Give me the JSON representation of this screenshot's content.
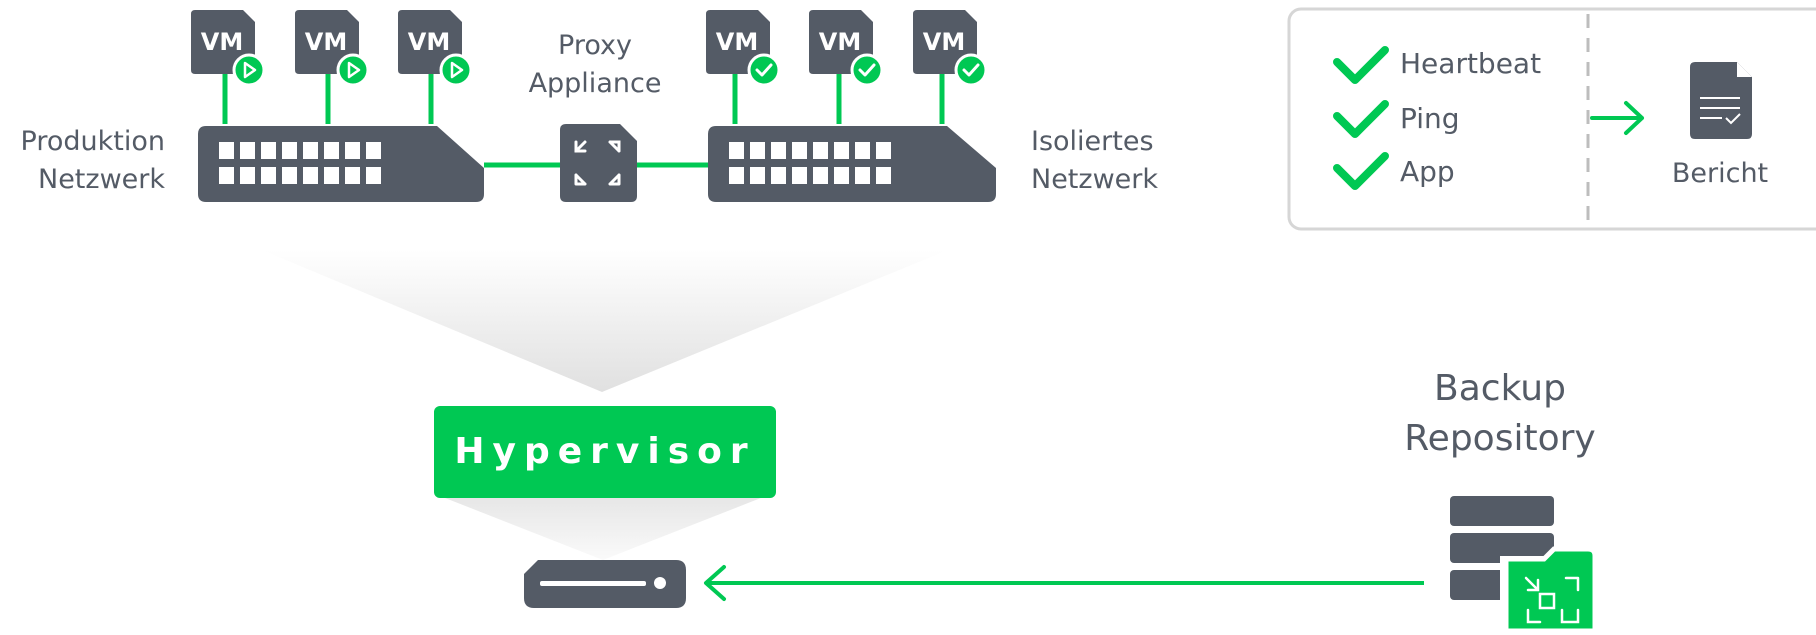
{
  "colors": {
    "accent_green": "#00c853",
    "device_gray": "#545b66",
    "panel_border": "#d6d6d6",
    "dashed_divider": "#bdbdbd"
  },
  "production": {
    "label_line1": "Produktion",
    "label_line2": "Netzwerk",
    "vms": [
      {
        "label": "VM",
        "badge_icon": "play-icon"
      },
      {
        "label": "VM",
        "badge_icon": "play-icon"
      },
      {
        "label": "VM",
        "badge_icon": "play-icon"
      }
    ]
  },
  "proxy": {
    "label_line1": "Proxy",
    "label_line2": "Appliance"
  },
  "isolated": {
    "label_line1": "Isoliertes",
    "label_line2": "Netzwerk",
    "vms": [
      {
        "label": "VM",
        "badge_icon": "check-icon"
      },
      {
        "label": "VM",
        "badge_icon": "check-icon"
      },
      {
        "label": "VM",
        "badge_icon": "check-icon"
      }
    ]
  },
  "checks_panel": {
    "items": [
      "Heartbeat",
      "Ping",
      "App"
    ],
    "report_label": "Bericht"
  },
  "hypervisor": {
    "label": "Hypervisor"
  },
  "repository": {
    "label_line1": "Backup",
    "label_line2": "Repository"
  }
}
